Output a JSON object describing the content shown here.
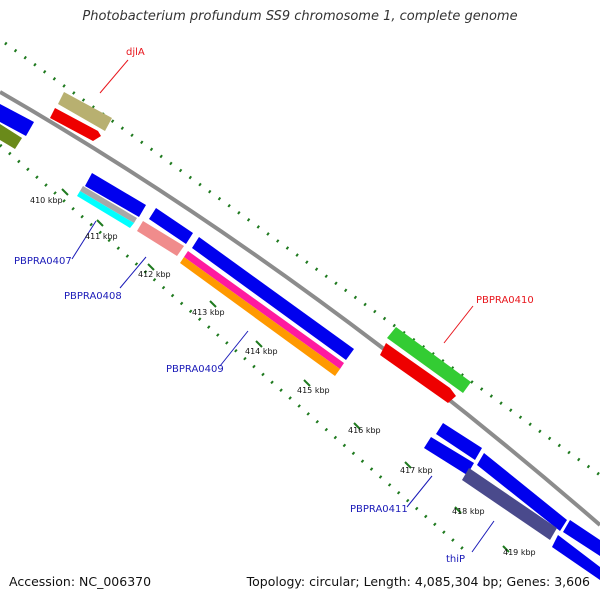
{
  "title": "Photobacterium profundum SS9 chromosome 1, complete genome",
  "footer": {
    "accession": "Accession: NC_006370",
    "topology": "Topology: circular; Length: 4,085,304 bp; Genes: 3,606"
  },
  "kbp_ticks": [
    "410 kbp",
    "411 kbp",
    "412 kbp",
    "413 kbp",
    "414 kbp",
    "415 kbp",
    "416 kbp",
    "417 kbp",
    "418 kbp",
    "419 kbp"
  ],
  "gene_labels": [
    {
      "text": "djlA",
      "color": "#e8161d"
    },
    {
      "text": "PBPRA0407",
      "color": "#1a1ab8"
    },
    {
      "text": "PBPRA0408",
      "color": "#1a1ab8"
    },
    {
      "text": "PBPRA0409",
      "color": "#1a1ab8"
    },
    {
      "text": "PBPRA0410",
      "color": "#e8161d"
    },
    {
      "text": "PBPRA0411",
      "color": "#1a1ab8"
    },
    {
      "text": "thiP",
      "color": "#1a1ab8"
    }
  ],
  "colors": {
    "backbone": "#8c8c8c",
    "tick_dots": "#1f7a1f",
    "cds_blue": "#0000ee",
    "cds_red": "#ee0000",
    "cds_green": "#33cc33",
    "cds_olive": "#b8b070",
    "cds_darkgreen": "#6a8a1a",
    "cds_cyan": "#00ffff",
    "cds_pink": "#f08c8c",
    "cds_magenta": "#ff1aa0",
    "cds_orange": "#ff9900",
    "cds_slate": "#4a4a8c"
  }
}
